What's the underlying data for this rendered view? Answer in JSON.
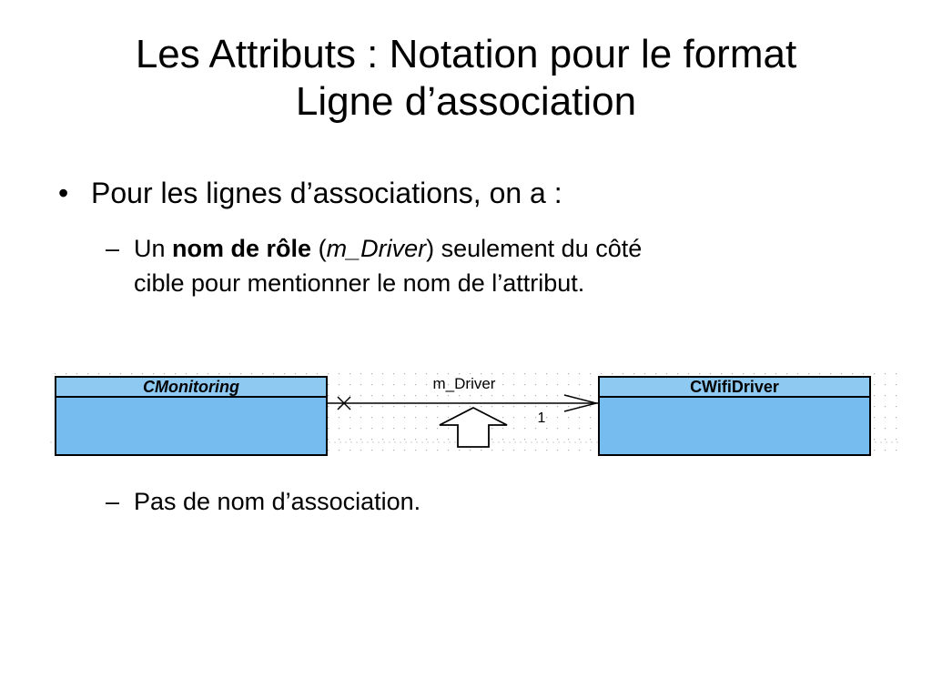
{
  "slide": {
    "title_line1": "Les Attributs : Notation pour le format",
    "title_line2": "Ligne d’association",
    "bullet_marker": "•",
    "bullet": "Pour les lignes d’associations, on a :",
    "dash": "–",
    "sub1": {
      "pre": "Un",
      "bold": "nom de rôle",
      "paren_open": "(",
      "italic": "m_Driver",
      "paren_close": ")",
      "rest_line1": "seulement du côté",
      "line2": "cible pour mentionner le nom de l’attribut."
    },
    "sub2": "Pas de nom d’association."
  },
  "diagram": {
    "left_class": "CMonitoring",
    "right_class": "CWifiDriver",
    "role_name": "m_Driver",
    "multiplicity": "1",
    "colors": {
      "class_header": "#8ec9f2",
      "class_body": "#77bcee",
      "line": "#000000",
      "grid_dots": "#b0b0b0"
    }
  }
}
